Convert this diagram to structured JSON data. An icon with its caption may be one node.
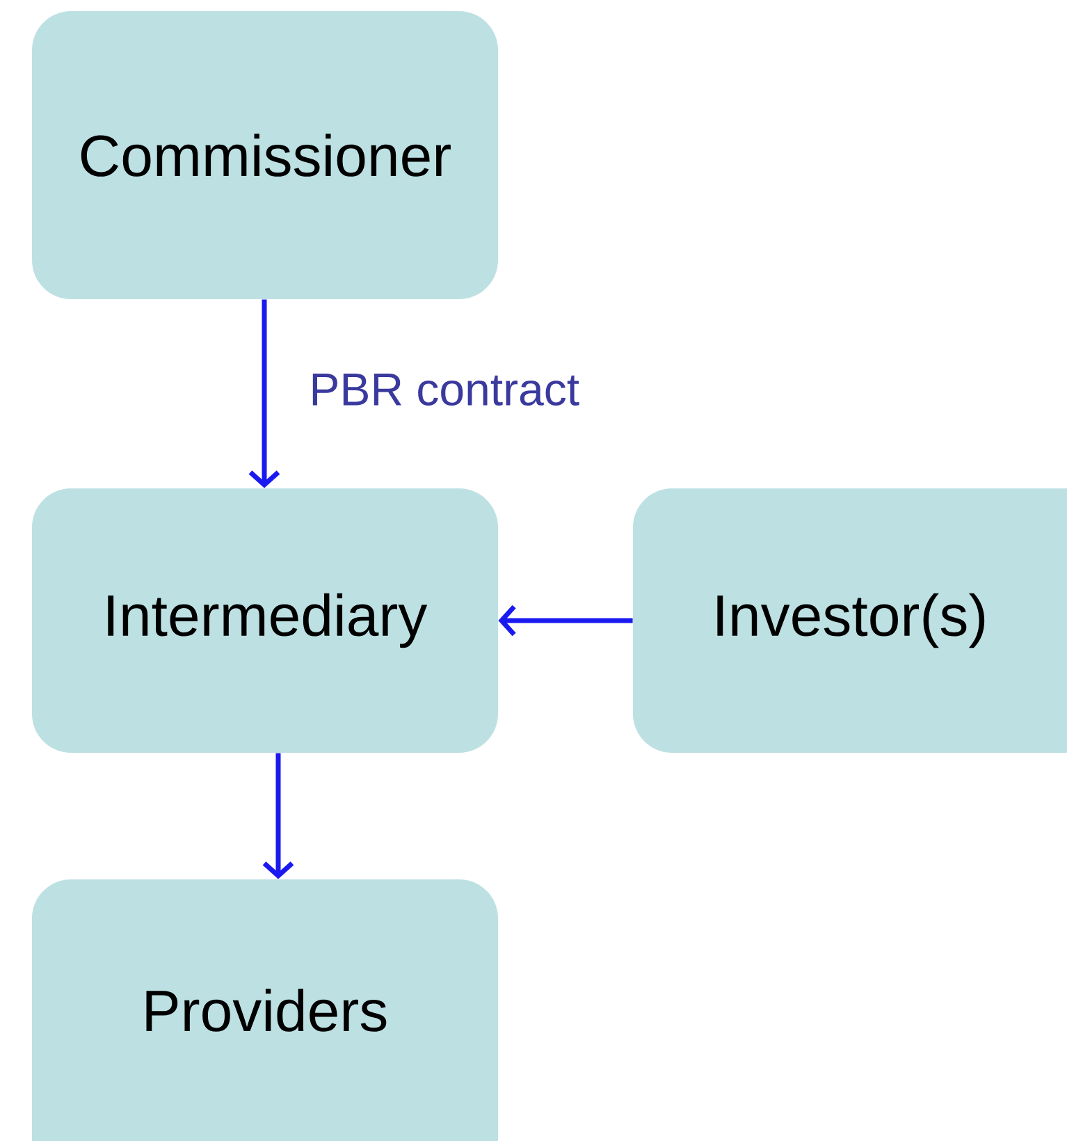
{
  "diagram": {
    "nodes": [
      {
        "text": [
          "Commissioner"
        ]
      },
      {
        "text": [
          "Intermediary"
        ]
      },
      {
        "text": [
          "Investor(s)"
        ]
      },
      {
        "text": [
          "Providers"
        ]
      }
    ],
    "edges": [
      {
        "from": 0,
        "to": 1,
        "arrow": "to",
        "label": "PBR contract"
      },
      {
        "from": 2,
        "to": 1,
        "arrow": "to"
      },
      {
        "from": 1,
        "to": 3,
        "arrow": "to"
      }
    ]
  }
}
